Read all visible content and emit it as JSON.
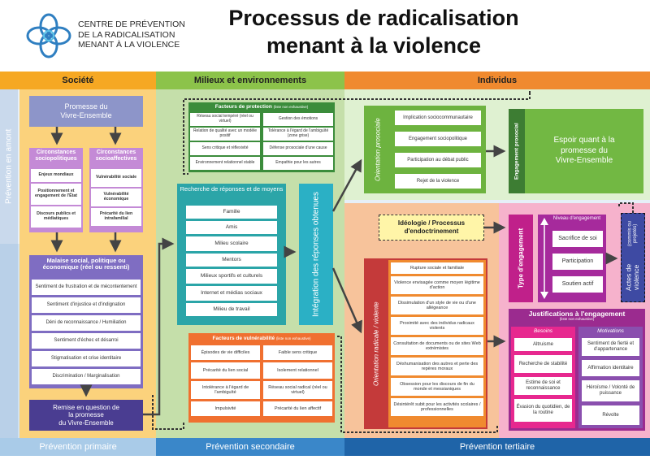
{
  "org": {
    "line1": "CENTRE DE PRÉVENTION",
    "line2": "DE LA RADICALISATION",
    "line3": "MENANT À LA VIOLENCE"
  },
  "title": {
    "line1": "Processus de radicalisation",
    "line2": "menant à la violence"
  },
  "columns": {
    "societe": "Société",
    "milieux": "Milieux et environnements",
    "individus": "Individus"
  },
  "prevention": {
    "amont": "Prévention en amont",
    "primaire": "Prévention primaire",
    "secondaire": "Prévention secondaire",
    "tertiaire": "Prévention tertiaire"
  },
  "promesse": {
    "line1": "Promesse du",
    "line2": "Vivre-Ensemble"
  },
  "circ_socio": {
    "title": "Circonstances sociopolitiques",
    "items": [
      "Enjeux mondiaux",
      "Positionnement et engagement de l'État",
      "Discours publics et médiatiques"
    ]
  },
  "circ_affect": {
    "title": "Circonstances socioaffectives",
    "items": [
      "Vulnérabilité sociale",
      "Vulnérabilité économique",
      "Précarité du lien intrafamilial"
    ]
  },
  "malaise": {
    "title": "Malaise social, politique ou économique (réel ou ressenti)",
    "items": [
      "Sentiment de frustration et de mécontentement",
      "Sentiment d'injustice et d'indignation",
      "Déni de reconnaissance / Humiliation",
      "Sentiment d'échec et désarroi",
      "Stigmatisation et crise identitaire",
      "Discrimination / Marginalisation"
    ]
  },
  "remise": {
    "line1": "Remise en question de",
    "line2": "la promesse",
    "line3": "du Vivre-Ensemble"
  },
  "protection": {
    "title": "Facteurs de protection",
    "note": "(liste non exhaustive)",
    "left": [
      "Réseau social tempéré (réel ou virtuel)",
      "Relation de qualité avec un modèle positif",
      "Sens critique et réflexivité",
      "Environnement relationnel stable"
    ],
    "right": [
      "Gestion des émotions",
      "Tolérance à l'égard de l'ambiguïté (zone grise)",
      "Défense prosociale d'une cause",
      "Empathie pour les autres"
    ]
  },
  "recherche": {
    "title": "Recherche de réponses et de moyens",
    "items": [
      "Famille",
      "Amis",
      "Milieu scolaire",
      "Mentors",
      "Milieux sportifs et culturels",
      "Internet et médias sociaux",
      "Milieu de travail"
    ]
  },
  "integration": "Intégration des réponses obtenues",
  "vulnerabilite": {
    "title": "Facteurs de vulnérabilité",
    "note": "(liste non exhaustive)",
    "left": [
      "Épisodes de vie difficiles",
      "Précarité du lien social",
      "Intolérance à l'égard de l'ambiguïté",
      "Impulsivité"
    ],
    "right": [
      "Faible sens critique",
      "Isolement relationnel",
      "Réseau social radical (réel ou virtuel)",
      "Précarité du lien affectif"
    ]
  },
  "prosociale": {
    "label": "Orientation prosociale",
    "items": [
      "Implication sociocommunautaire",
      "Engagement sociopolitique",
      "Participation au débat public",
      "Rejet de la violence"
    ]
  },
  "engagement_prosocial": "Engagement prosocial",
  "espoir": {
    "line1": "Espoir quant à la",
    "line2": "promesse du",
    "line3": "Vivre-Ensemble"
  },
  "ideologie": {
    "line1": "Idéologie / Processus",
    "line2": "d'endoctrinement"
  },
  "radicale": {
    "label": "Orientation radicale / violente",
    "items": [
      "Rupture sociale et familiale",
      "Violence envisagée comme moyen légitime d'action",
      "Dissimulation d'un style de vie ou d'une allégeance",
      "Proximité avec des individus radicaux violents",
      "Consultation de documents ou de sites Web extrémistes",
      "Déshumanisation des autres et perte des repères moraux",
      "Obsession pour les discours de fin du monde et messianiques",
      "Désintérêt subit pour les activités scolaires / professionnelles"
    ]
  },
  "type_engagement": "Type d'engagement",
  "niveau": {
    "title": "Niveau d'engagement",
    "items": [
      "Sacrifice de soi",
      "Participation",
      "Soutien actif"
    ]
  },
  "actes": {
    "line1": "Actes de violence",
    "line2": "(commis ou projetés)"
  },
  "justifications": {
    "title": "Justifications à l'engagement",
    "note": "(liste non exhaustive)",
    "besoins_label": "Besoins",
    "motivations_label": "Motivations",
    "besoins": [
      "Altruisme",
      "Recherche de stabilité",
      "Estime de soi et reconnaissance",
      "Évasion du quotidien, de la routine"
    ],
    "motivations": [
      "Sentiment de fierté et d'appartenance",
      "Affirmation identitaire",
      "Héroïsme / Volonté de puissance",
      "Révolte"
    ]
  }
}
